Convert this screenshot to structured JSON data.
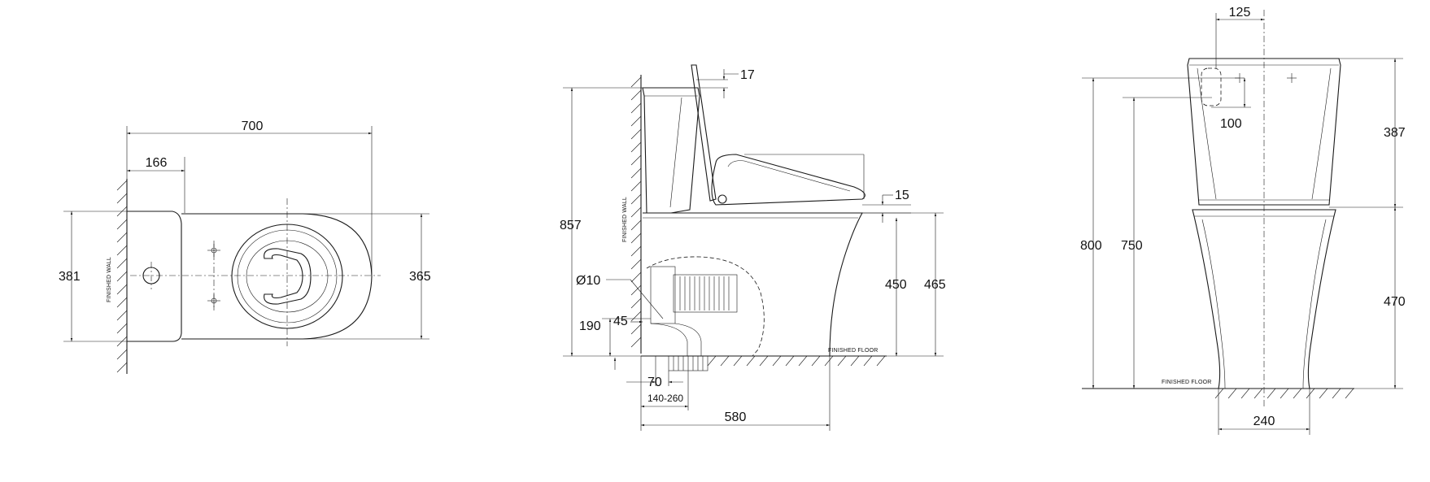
{
  "top_view": {
    "dims": {
      "length": "700",
      "wall_to_inlet": "166",
      "tank_width": "381",
      "bowl_width": "365"
    },
    "wall_label": "FINISHED WALL"
  },
  "side_view": {
    "dims": {
      "total_height": "857",
      "seat_lid_gap": "17",
      "seat_thickness": "15",
      "rim_height": "450",
      "body_height": "465",
      "supply_dia": "Ø10",
      "outlet_offset": "45",
      "outlet_height": "190",
      "outlet_pipe": "70",
      "rough_in": "140-260",
      "depth": "580"
    },
    "wall_label": "FINISHED WALL",
    "floor_label": "FINISHED FLOOR"
  },
  "front_view": {
    "dims": {
      "button_spacing": "125",
      "button_offset": "100",
      "tank_height": "387",
      "bowl_height": "470",
      "overall_height": "800",
      "button_height": "750",
      "base_width": "240"
    },
    "floor_label": "FINISHED FLOOR"
  }
}
